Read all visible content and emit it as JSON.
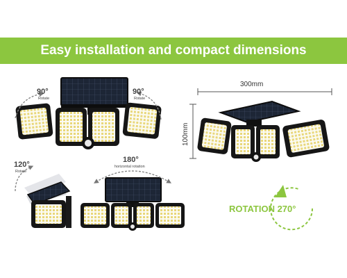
{
  "banner": {
    "title": "Easy installation and compact dimensions"
  },
  "top_left": {
    "left_angle": "90°",
    "left_caption": "Rotate",
    "right_angle": "90°",
    "right_caption": "Rotate"
  },
  "bottom_left": {
    "angle": "120°",
    "caption": "Rotate"
  },
  "bottom_center": {
    "angle": "180°",
    "caption": "horizontal rotation"
  },
  "right": {
    "width_label": "300mm",
    "height_label": "100mm",
    "rotation_label": "ROTATION 270°"
  },
  "colors": {
    "accent": "#8cc63f",
    "panel": "#1c2230",
    "housing": "#151515",
    "led": "#f3e7a6"
  }
}
